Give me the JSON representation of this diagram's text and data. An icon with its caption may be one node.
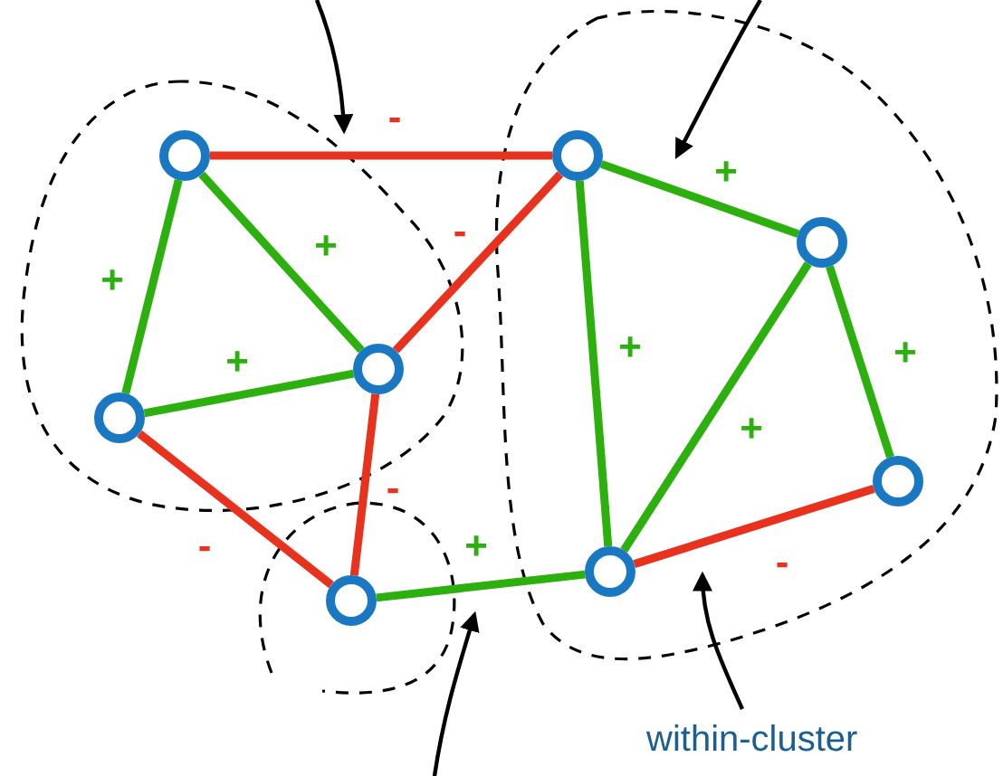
{
  "diagram": {
    "nodes": [
      {
        "text": [],
        "shape": "circle"
      },
      {
        "text": [],
        "shape": "circle"
      },
      {
        "text": [],
        "shape": "circle"
      },
      {
        "text": [],
        "shape": "circle"
      },
      {
        "text": [],
        "shape": "circle"
      },
      {
        "text": [],
        "shape": "circle"
      },
      {
        "text": [],
        "shape": "circle"
      },
      {
        "text": [],
        "shape": "circle"
      }
    ],
    "edges": [
      {
        "from": 0,
        "to": 1,
        "arrow": "none",
        "label": "-",
        "color": "#e8321e"
      },
      {
        "from": 0,
        "to": 3,
        "arrow": "none",
        "label": "+"
      },
      {
        "from": 1,
        "to": 3,
        "arrow": "none",
        "label": "-",
        "color": "#e8321e"
      },
      {
        "from": 0,
        "to": 4,
        "arrow": "none",
        "label": "+"
      },
      {
        "from": 4,
        "to": 3,
        "arrow": "none",
        "label": "+"
      },
      {
        "from": 3,
        "to": 7,
        "arrow": "none",
        "label": "-",
        "color": "#e8321e"
      },
      {
        "from": 4,
        "to": 7,
        "arrow": "none",
        "label": "-",
        "color": "#e8321e"
      },
      {
        "from": 7,
        "to": 6,
        "arrow": "none",
        "label": "+"
      },
      {
        "from": 1,
        "to": 6,
        "arrow": "none",
        "label": "+"
      },
      {
        "from": 1,
        "to": 2,
        "arrow": "none",
        "label": "+"
      },
      {
        "from": 2,
        "to": 6,
        "arrow": "none",
        "label": "+"
      },
      {
        "from": 2,
        "to": 5,
        "arrow": "none",
        "label": "+"
      },
      {
        "from": 6,
        "to": 5,
        "arrow": "none",
        "label": "-",
        "color": "#e8321e"
      }
    ],
    "labels": [
      "within-cluster"
    ]
  }
}
